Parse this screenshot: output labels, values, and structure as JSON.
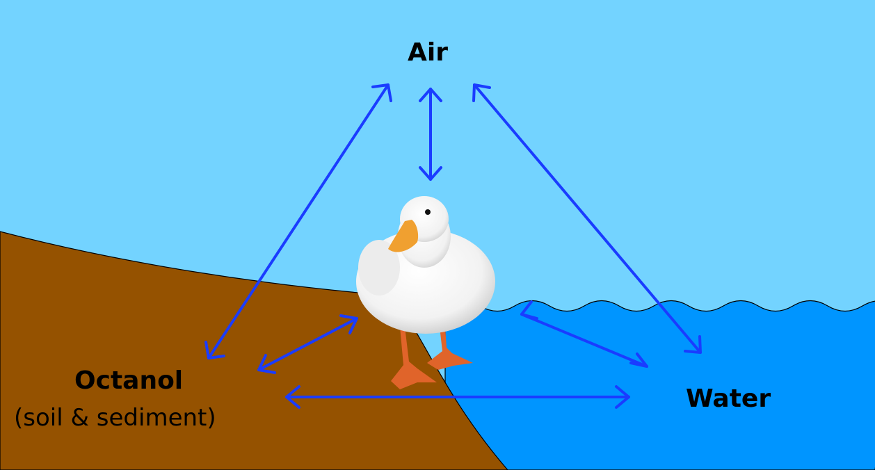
{
  "compartments": {
    "air": {
      "label": "Air"
    },
    "octanol": {
      "label": "Octanol",
      "sublabel": "(soil & sediment)"
    },
    "water": {
      "label": "Water"
    }
  },
  "subject": {
    "name": "duck"
  },
  "colors": {
    "sky": "#73d3ff",
    "soil": "#955200",
    "water": "#0095ff",
    "arrow": "#1a3cff",
    "duck_body": "#f4f4f4",
    "duck_bill": "#f0a030",
    "duck_feet": "#e0642a"
  }
}
